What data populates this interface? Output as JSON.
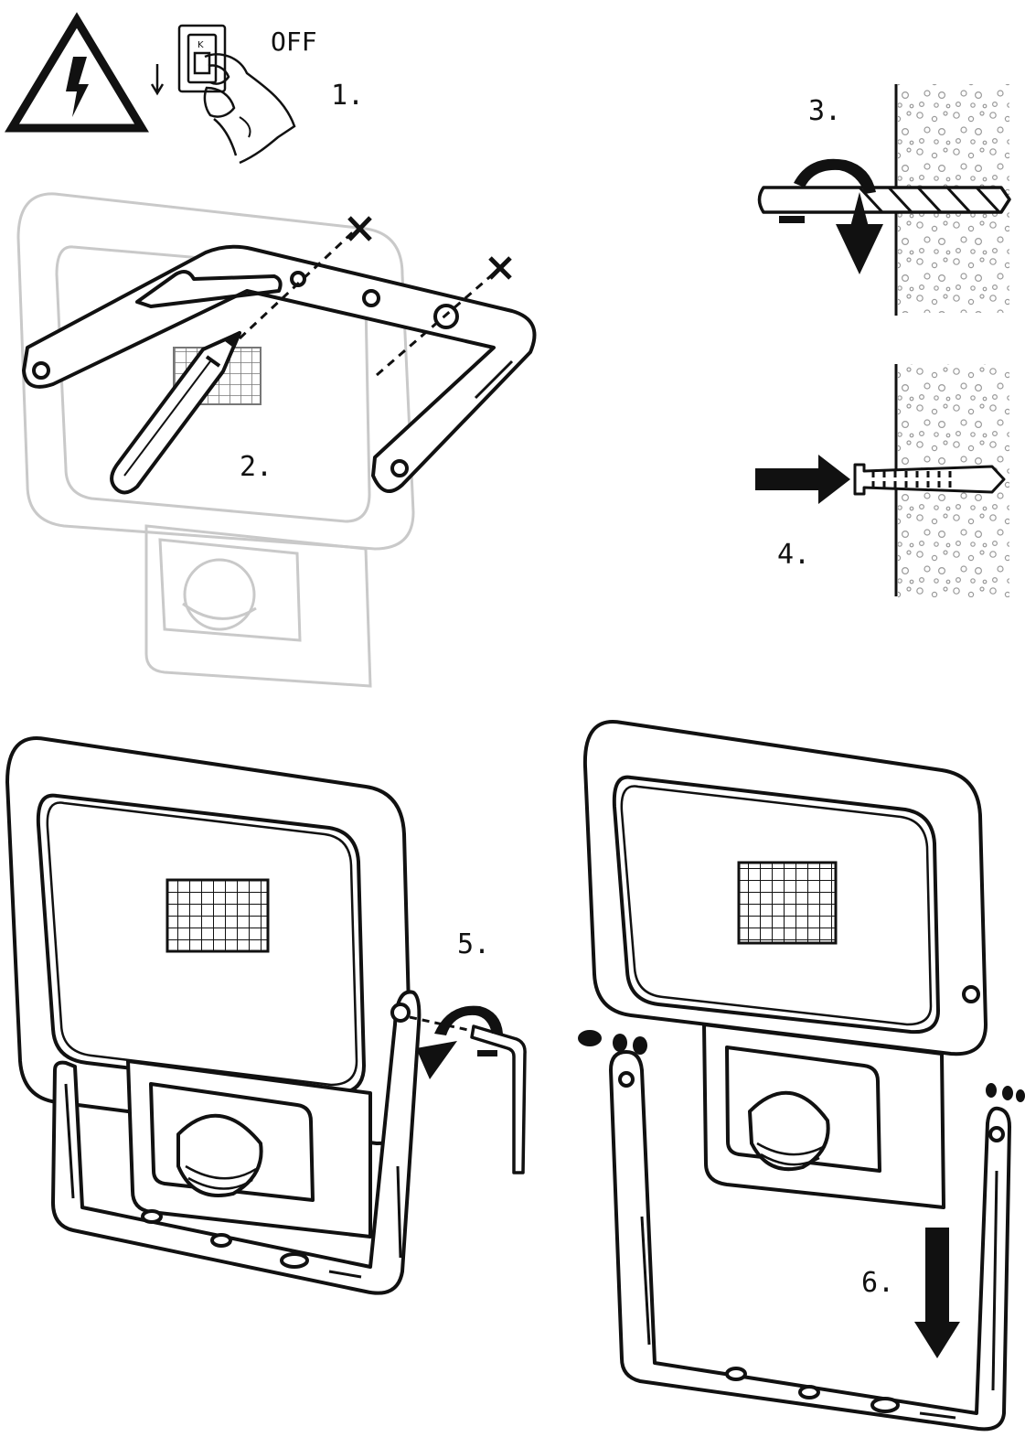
{
  "colors": {
    "ink": "#111111",
    "ghost": "#c9c9c9",
    "wall": "#9a9a9a",
    "background": "#ffffff"
  },
  "icons": [
    "high-voltage-warning-icon",
    "light-switch-icon",
    "pencil-icon",
    "drill-bit-icon",
    "rotate-arrow-icon",
    "down-arrow-icon",
    "right-arrow-icon",
    "wall-plug-icon",
    "hex-key-icon",
    "screw-icon"
  ],
  "labels": {
    "off": "OFF",
    "step1": "1.",
    "step2": "2.",
    "step3": "3.",
    "step4": "4.",
    "step5": "5.",
    "step6": "6."
  }
}
